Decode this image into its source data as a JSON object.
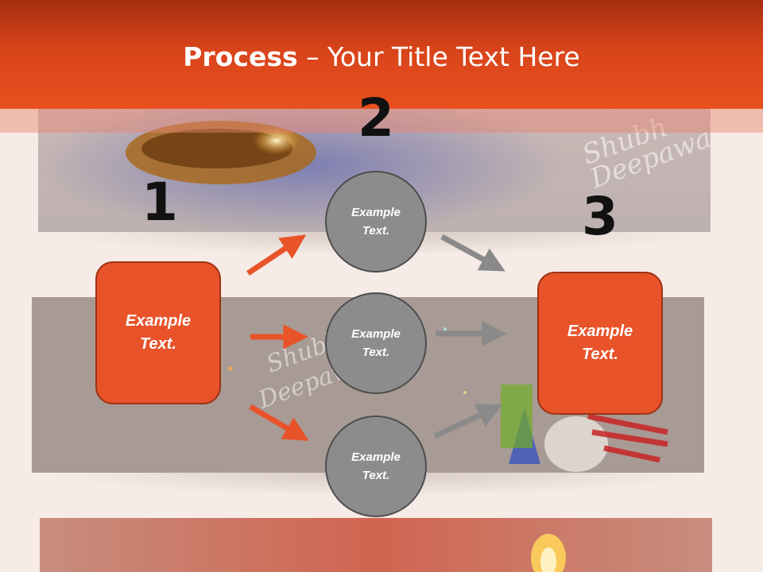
{
  "header": {
    "title_bold": "Process",
    "title_rest": " – Your Title Text Here"
  },
  "steps": {
    "one": "1",
    "two": "2",
    "three": "3"
  },
  "left_box": {
    "line1": "Example",
    "line2": "Text."
  },
  "right_box": {
    "line1": "Example",
    "line2": "Text."
  },
  "circles": [
    {
      "line1": "Example",
      "line2": "Text."
    },
    {
      "line1": "Example",
      "line2": "Text."
    },
    {
      "line1": "Example",
      "line2": "Text."
    }
  ],
  "colors": {
    "accent": "#e8532a",
    "circle": "#8c8c8c",
    "arrow_gray": "#8a8a8a"
  }
}
